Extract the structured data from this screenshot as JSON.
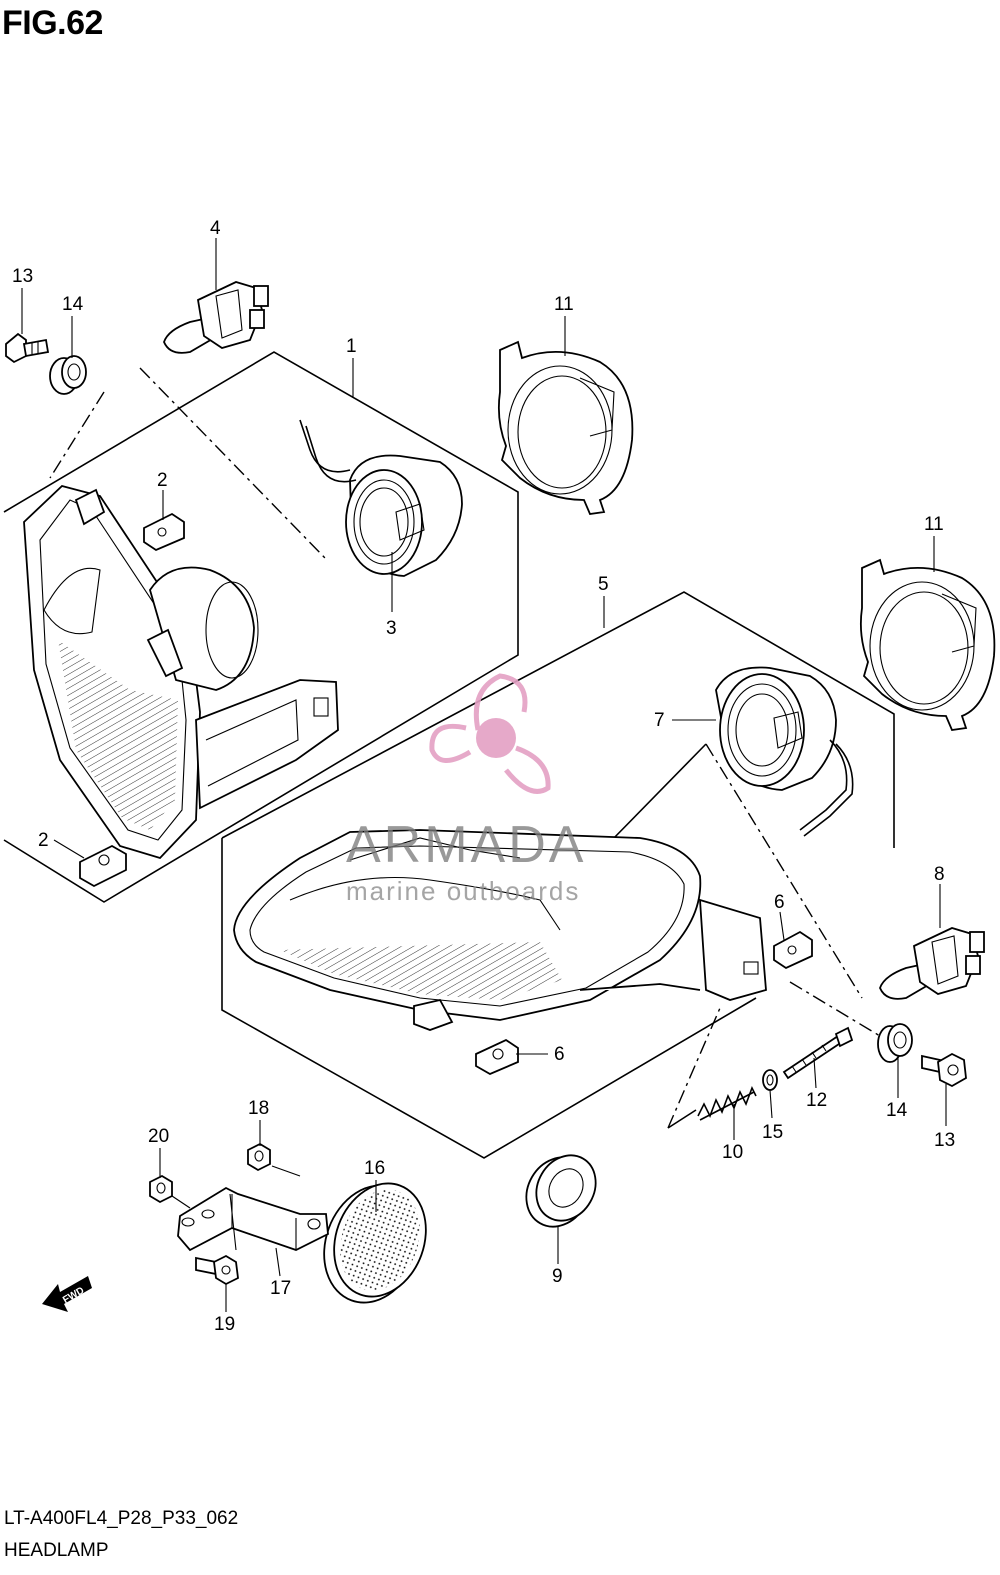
{
  "figure": {
    "title": "FIG.62",
    "code": "LT-A400FL4_P28_P33_062",
    "name": "HEADLAMP"
  },
  "callouts": [
    "1",
    "2",
    "2",
    "3",
    "4",
    "5",
    "6",
    "6",
    "7",
    "8",
    "9",
    "10",
    "11",
    "11",
    "12",
    "13",
    "13",
    "14",
    "14",
    "15",
    "16",
    "17",
    "18",
    "19",
    "20"
  ],
  "watermark": {
    "brand": "ARMADA",
    "tagline": "marine outboards"
  },
  "direction_marker": "FWD",
  "colors": {
    "line": "#000000",
    "watermark_pink": "#e4a0c4",
    "watermark_text": "#7a7a7a"
  }
}
